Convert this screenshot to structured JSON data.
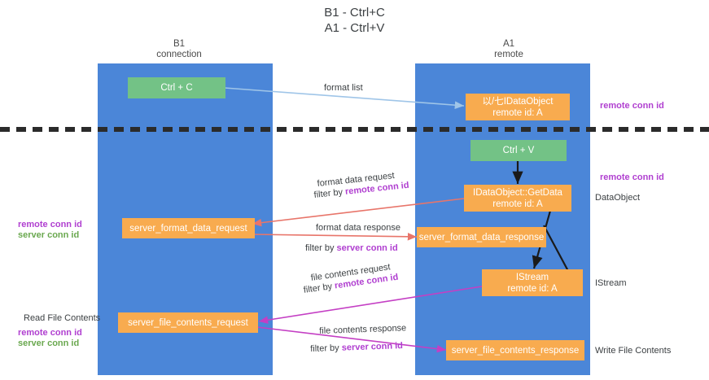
{
  "title": "B1 - Ctrl+C\nA1 - Ctrl+V",
  "columns": [
    {
      "name": "b1",
      "header": "B1\nconnection"
    },
    {
      "name": "a1",
      "header": "A1\nremote"
    }
  ],
  "nodes": {
    "ctrl_c": "Ctrl + C",
    "ctrl_v": "Ctrl + V",
    "idataobject": "以/七IDataObject\nremote id: A",
    "getdata": "IDataObject::GetData\nremote id: A",
    "server_format_data_request": "server_format_data_request",
    "server_format_data_response": "server_format_data_response",
    "istream": "IStream\nremote id: A",
    "server_file_contents_request": "server_file_contents_request",
    "server_file_contents_response": "server_file_contents_response"
  },
  "edges": {
    "format_list": "format list",
    "format_data_request": "format data request",
    "format_data_request_filter_prefix": "filter by ",
    "format_data_request_filter_value": "remote conn id",
    "format_data_response": "format data response",
    "format_data_response_filter_prefix": "filter by ",
    "format_data_response_filter_value": "server conn id",
    "file_contents_request": "file contents request",
    "file_contents_request_filter_prefix": "filter by ",
    "file_contents_request_filter_value": "remote conn id",
    "file_contents_response": "file contents response",
    "file_contents_response_filter_prefix": "filter by ",
    "file_contents_response_filter_value": "server conn id"
  },
  "annotations": {
    "right_remote_conn_id_top": "remote conn id",
    "right_remote_conn_id_mid": "remote conn id",
    "right_dataobject": "DataObject",
    "right_istream": "IStream",
    "right_write_file_contents": "Write File Contents",
    "left_remote_conn_id": "remote conn id",
    "left_server_conn_id": "server conn id",
    "left_read_file_contents": "Read File Contents",
    "left_remote_conn_id_2": "remote conn id",
    "left_server_conn_id_2": "server conn id"
  },
  "colors": {
    "lane": "#4b86d8",
    "green_node": "#73c286",
    "orange_node": "#f8ab4f",
    "remote_accent": "#b03fd0",
    "server_accent": "#6aa84f",
    "arrow_blue": "#9fc5e8",
    "arrow_red": "#e8756a",
    "arrow_magenta": "#c43fc4",
    "arrow_black": "#1a1a1a"
  }
}
